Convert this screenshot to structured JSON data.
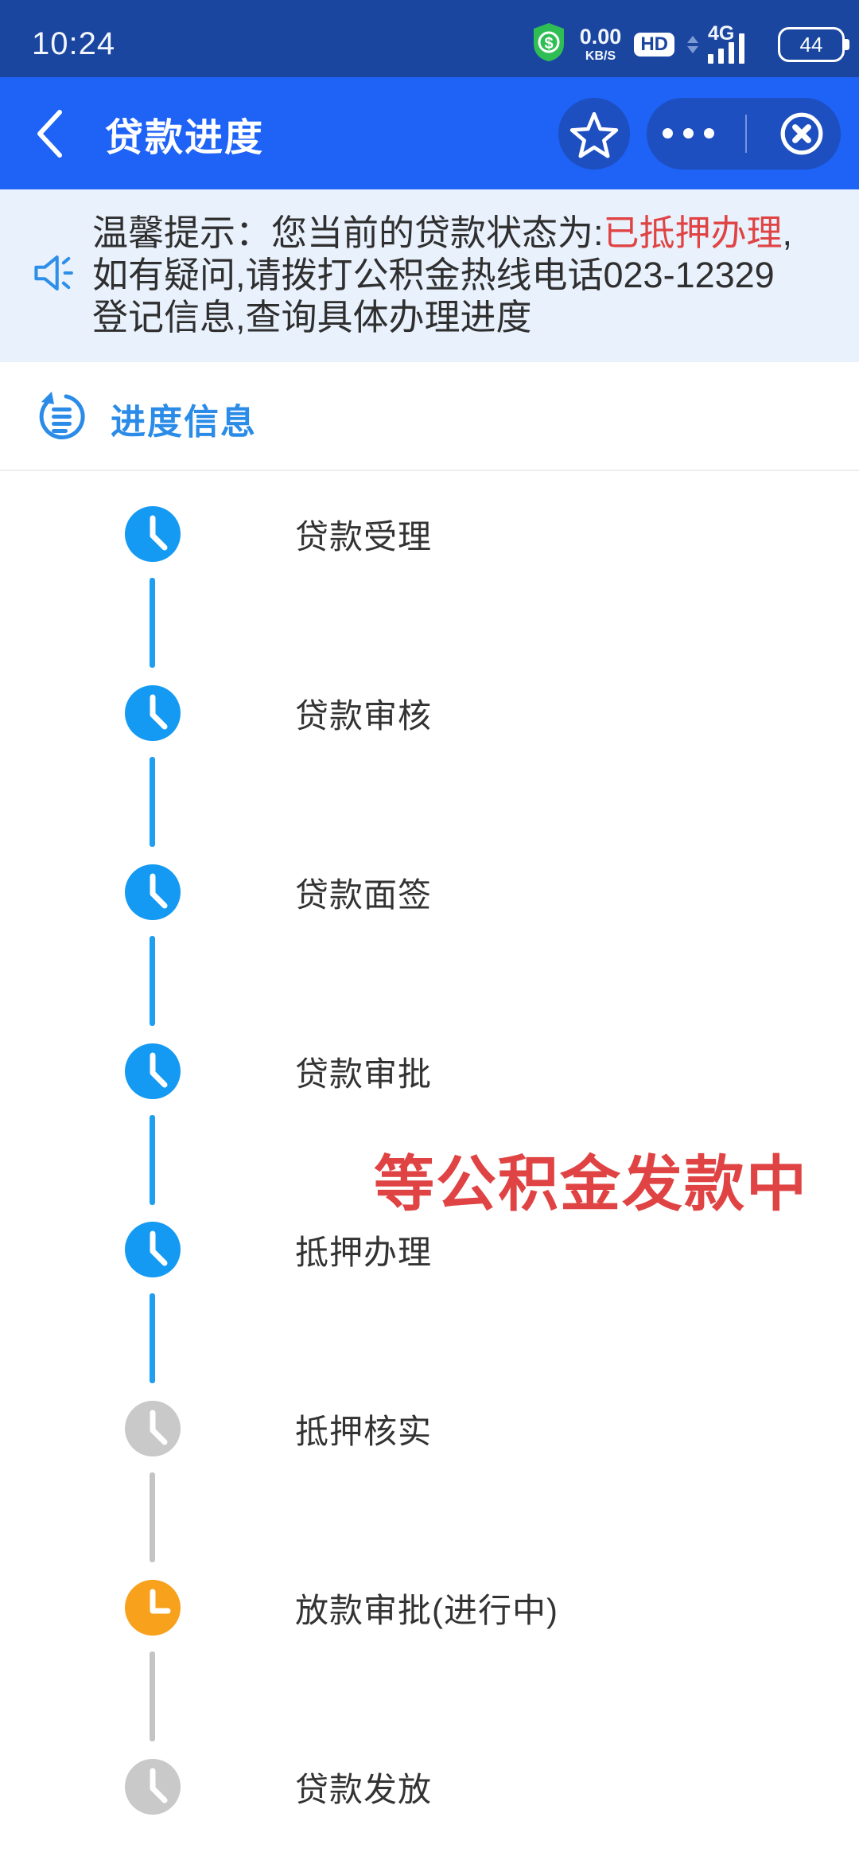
{
  "status_bar": {
    "time": "10:24",
    "speed_value": "0.00",
    "speed_unit": "KB/S",
    "hd_label": "HD",
    "network_label": "4G",
    "battery_percent": "44"
  },
  "header": {
    "title": "贷款进度"
  },
  "notice": {
    "prefix": "温馨提示：您当前的贷款状态为:",
    "highlight": "已抵押办理",
    "suffix": ",如有疑问,请拨打公积金热线电话023-12329登记信息,查询具体办理进度"
  },
  "section": {
    "title": "进度信息"
  },
  "timeline": {
    "overlay_note": "等公积金发款中",
    "steps": [
      {
        "label": "贷款受理",
        "state": "done"
      },
      {
        "label": "贷款审核",
        "state": "done"
      },
      {
        "label": "贷款面签",
        "state": "done"
      },
      {
        "label": "贷款审批",
        "state": "done"
      },
      {
        "label": "抵押办理",
        "state": "done"
      },
      {
        "label": "抵押核实",
        "state": "pending"
      },
      {
        "label": "放款审批(进行中)",
        "state": "active"
      },
      {
        "label": "贷款发放",
        "state": "pending"
      }
    ]
  },
  "colors": {
    "status_bar_bg": "#1a46a0",
    "header_bg": "#1e62f6",
    "header_button_bg": "#1d4fc0",
    "notice_bg": "#e9f1fc",
    "notice_text": "#2f2f2f",
    "alert_red": "#e04343",
    "accent_blue": "#2b8ce8",
    "step_done": "#149af2",
    "step_active": "#f7a11d",
    "step_pending": "#c9c9c9",
    "connector_done": "#1e9ff2",
    "connector_pending": "#c4c4c4",
    "label_text": "#333333",
    "shield_green": "#2fbe54"
  }
}
